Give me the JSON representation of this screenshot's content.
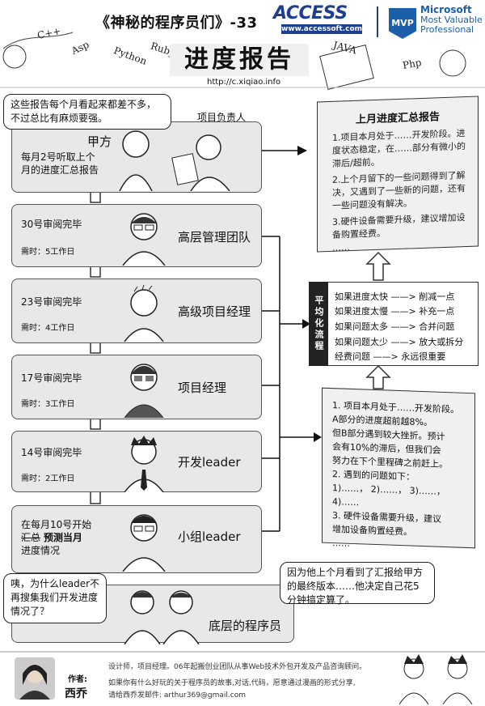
{
  "header": {
    "series_title": "《神秘的程序员们》-33",
    "main_title": "进度报告",
    "url": "http://c.xiqiao.info",
    "deco_words": [
      "C++",
      "Asp",
      "Python",
      "Ruby",
      "JAVA",
      "Php"
    ],
    "access_logo": "ACCESS",
    "access_url": "www.accessoft.com",
    "mvp_badge": "MVP",
    "mvp_line1": "Microsoft",
    "mvp_line2": "Most Valuable",
    "mvp_line3": "Professional"
  },
  "client": {
    "bubble": "这些报告每个月看起来都差不多，不过总比有麻烦要强。",
    "label": "甲方",
    "pm_label": "项目负责人",
    "note": "每月2号听取上个月的进度汇总报告"
  },
  "stages": [
    {
      "done": "30号审阅完毕",
      "time": "需时：5工作日",
      "role": "高层管理团队"
    },
    {
      "done": "23号审阅完毕",
      "time": "需时：4工作日",
      "role": "高级项目经理"
    },
    {
      "done": "17号审阅完毕",
      "time": "需时：3工作日",
      "role": "项目经理"
    },
    {
      "done": "14号审阅完毕",
      "time": "需时：2工作日",
      "role": "开发leader"
    },
    {
      "done_line1": "在每月10号开始",
      "done_line2_strike": "汇总",
      "done_line2": "预测当月",
      "done_line3": "进度情况",
      "role": "小组leader"
    }
  ],
  "bottom": {
    "question_bubble": "咦，为什么leader不再搜集我们开发进度情况了？",
    "answer_bubble": "因为他上个月看到了汇报给甲方的最终版本……他决定自己花5分钟搞定算了。",
    "role": "底层的程序员"
  },
  "summary_doc": {
    "title": "上月进度汇总报告",
    "p1": "1.项目本月处于……开发阶段。进度状态稳定，在……部分有微小的滞后/超前。",
    "p2": "2.上个月留下的一些问题得到了解决，又遇到了一些新的问题，还有一些问题没有解决。",
    "p3": "3.硬件设备需要升级，建议增加设备购置经费。",
    "ellipsis": "……"
  },
  "rules": {
    "side_label": "平均化流程",
    "lines": [
      "如果进度太快 ——> 削减一点",
      "如果进度太慢 ——> 补充一点",
      "如果问题太多 ——> 合并问题",
      "如果问题太少 ——> 放大或拆分",
      "经费问题 ——> 永远很重要"
    ]
  },
  "raw_doc": {
    "l1": "1. 项目本月处于……开发阶段。",
    "l2": "A部分的进度超前越8%。",
    "l3": "但B部分遇到较大挫折。预计",
    "l4": "会有10%的滞后，但我们会",
    "l5": "努力在下个里程碑之前赶上。",
    "l6": "2. 遇到的问题如下：",
    "l7": "1)……， 2)……， 3)……， 4)……",
    "l8": "3. 硬件设备需要升级，建议",
    "l9": "增加设备购置经费。",
    "l10": "……"
  },
  "footer": {
    "author_label": "作者:",
    "author_name": "西乔",
    "bio": "设计师，项目经理。06年起搬创业团队从事Web技术外包开发及产品咨询顾问。",
    "contact1": "如果你有什么好玩的关于程序员的故事,对话,代码，愿意通过漫画的形式分享,",
    "contact2": "请给西乔发邮件: arthur369@gmail.com"
  }
}
